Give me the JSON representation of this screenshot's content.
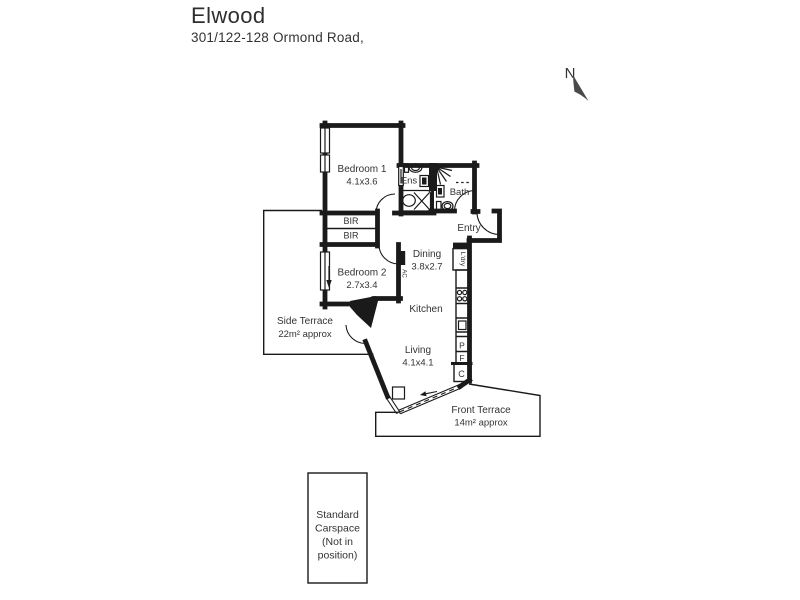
{
  "header": {
    "title": "Elwood",
    "subtitle": "301/122-128 Ormond Road,"
  },
  "compass": {
    "label": "N"
  },
  "plan": {
    "bedroom1": {
      "name": "Bedroom 1",
      "dims": "4.1x3.6"
    },
    "bedroom2": {
      "name": "Bedroom 2",
      "dims": "2.7x3.4"
    },
    "dining": {
      "name": "Dining",
      "dims": "3.8x2.7"
    },
    "living": {
      "name": "Living",
      "dims": "4.1x4.1"
    },
    "kitchen": {
      "name": "Kitchen"
    },
    "entry": {
      "name": "Entry"
    },
    "ensuite": {
      "name": "Ens"
    },
    "bath": {
      "name": "Bath"
    },
    "bir1": {
      "name": "BIR"
    },
    "bir2": {
      "name": "BIR"
    },
    "laundry": {
      "name": "L'dry"
    },
    "ac": {
      "name": "AC"
    },
    "pantry": {
      "name": "P"
    },
    "fridge": {
      "name": "F"
    },
    "cupboard": {
      "name": "C"
    },
    "side_terrace": {
      "name": "Side Terrace",
      "area": "22m² approx"
    },
    "front_terrace": {
      "name": "Front Terrace",
      "area": "14m² approx"
    }
  },
  "carspace": {
    "line1": "Standard",
    "line2": "Carspace",
    "line3": "(Not in",
    "line4": "position)"
  },
  "colors": {
    "wall": "#1a1a1a",
    "text": "#333333",
    "title": "#2e2e2e",
    "compass_arrow": "#4a4a4a"
  }
}
